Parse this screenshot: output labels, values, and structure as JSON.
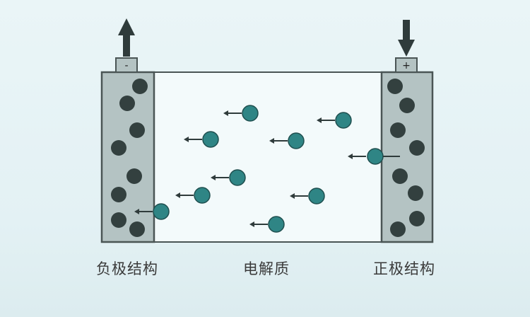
{
  "labels": {
    "negative": "负极结构",
    "electrolyte": "电解质",
    "positive": "正极结构"
  },
  "terminals": {
    "negative_sign": "-",
    "positive_sign": "+"
  },
  "colors": {
    "electrode_fill": "#b4c3c3",
    "electrode_stroke": "#4a5555",
    "electrolyte_fill": "#f3fafb",
    "particle_dark": "#33403f",
    "ion": "#2f8585",
    "arrow": "#2f3b3b"
  },
  "icons": {
    "negative_arrow": "arrow-up-icon",
    "positive_arrow": "arrow-down-icon",
    "ion_arrow": "arrow-left-icon"
  }
}
